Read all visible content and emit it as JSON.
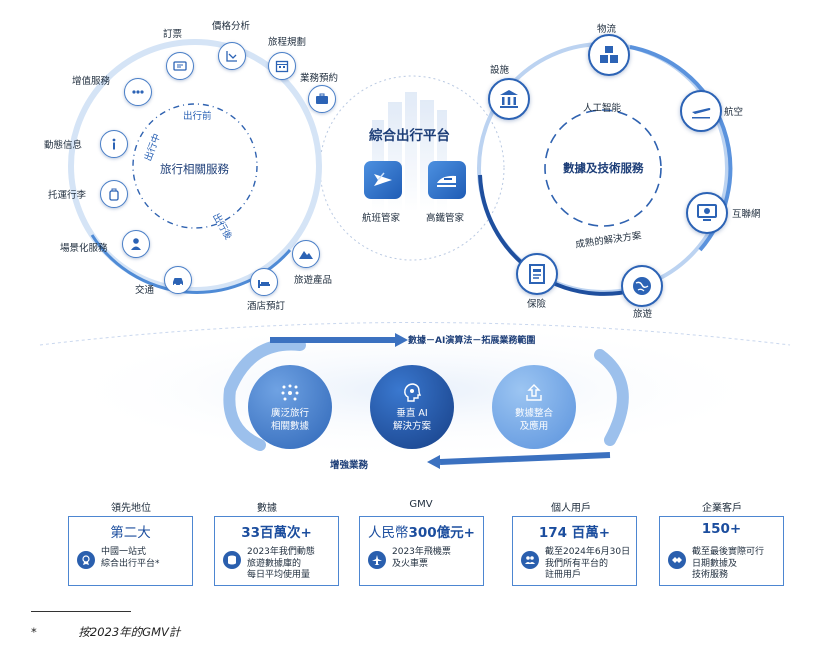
{
  "left_ring": {
    "title": "旅行相關服務",
    "phases": {
      "before": "出行前",
      "during": "出行中",
      "after": "出行後"
    },
    "items": [
      {
        "label": "訂票",
        "icon": "ticket-icon"
      },
      {
        "label": "價格分析",
        "icon": "chart-icon"
      },
      {
        "label": "旅程規劃",
        "icon": "calendar-icon"
      },
      {
        "label": "業務預約",
        "icon": "briefcase-icon"
      },
      {
        "label": "增值服務",
        "icon": "more-icon"
      },
      {
        "label": "動態信息",
        "icon": "info-icon"
      },
      {
        "label": "托運行李",
        "icon": "luggage-icon"
      },
      {
        "label": "場景化服務",
        "icon": "service-agent-icon"
      },
      {
        "label": "交通",
        "icon": "taxi-icon"
      },
      {
        "label": "酒店預訂",
        "icon": "bed-icon"
      },
      {
        "label": "旅遊產品",
        "icon": "mountain-icon"
      }
    ]
  },
  "center": {
    "title": "綜合出行平台",
    "apps": [
      {
        "label": "航班管家",
        "icon": "plane-app-icon"
      },
      {
        "label": "高鐵管家",
        "icon": "train-app-icon"
      }
    ]
  },
  "right_ring": {
    "title": "數據及技術服務",
    "top_text": "人工智能",
    "bottom_text": "成熟的解決方案",
    "items": [
      {
        "label": "物流",
        "icon": "boxes-icon"
      },
      {
        "label": "設施",
        "icon": "building-icon"
      },
      {
        "label": "航空",
        "icon": "airplane-icon"
      },
      {
        "label": "互聯網",
        "icon": "monitor-icon"
      },
      {
        "label": "保險",
        "icon": "document-icon"
      },
      {
        "label": "旅遊",
        "icon": "globe-icon"
      }
    ]
  },
  "cycle": {
    "top_arrow": "數據－AI演算法－拓展業務範圍",
    "bottom_arrow": "增強業務",
    "bubbles": [
      {
        "line1": "廣泛旅行",
        "line2": "相關數據",
        "icon": "data-dots-icon"
      },
      {
        "line1": "垂直 AI",
        "line2": "解決方案",
        "icon": "ai-head-icon"
      },
      {
        "line1": "數據整合",
        "line2": "及應用",
        "icon": "upload-icon"
      }
    ]
  },
  "stats": [
    {
      "header": "領先地位",
      "big_pre": "第二大",
      "big_bold": "",
      "big_post": "",
      "text": [
        "中國一站式",
        "綜合出行平台*"
      ],
      "icon": "award-icon"
    },
    {
      "header": "數據",
      "big_pre": "",
      "big_bold": "33百萬次+",
      "big_post": "",
      "text": [
        "2023年我們動態",
        "旅遊數據庫的",
        "每日平均使用量"
      ],
      "icon": "database-icon"
    },
    {
      "header": "GMV",
      "big_pre": "人民幣",
      "big_bold": "300億元+",
      "big_post": "",
      "text": [
        "2023年飛機票",
        "及火車票"
      ],
      "icon": "plane-small-icon"
    },
    {
      "header": "個人用戶",
      "big_pre": "",
      "big_bold": "174 百萬+",
      "big_post": "",
      "text": [
        "截至2024年6月30日",
        "我們所有平台的",
        "註冊用戶"
      ],
      "icon": "users-icon"
    },
    {
      "header": "企業客戶",
      "big_pre": "",
      "big_bold": "150+",
      "big_post": "",
      "text": [
        "截至最後實際可行",
        "日期數據及",
        "技術服務"
      ],
      "icon": "handshake-icon"
    }
  ],
  "footnote": {
    "mark": "*",
    "text": "按2023年的GMV計"
  },
  "colors": {
    "primary": "#2c63b5",
    "dark": "#1d3e78",
    "light": "#7fb1ea"
  }
}
